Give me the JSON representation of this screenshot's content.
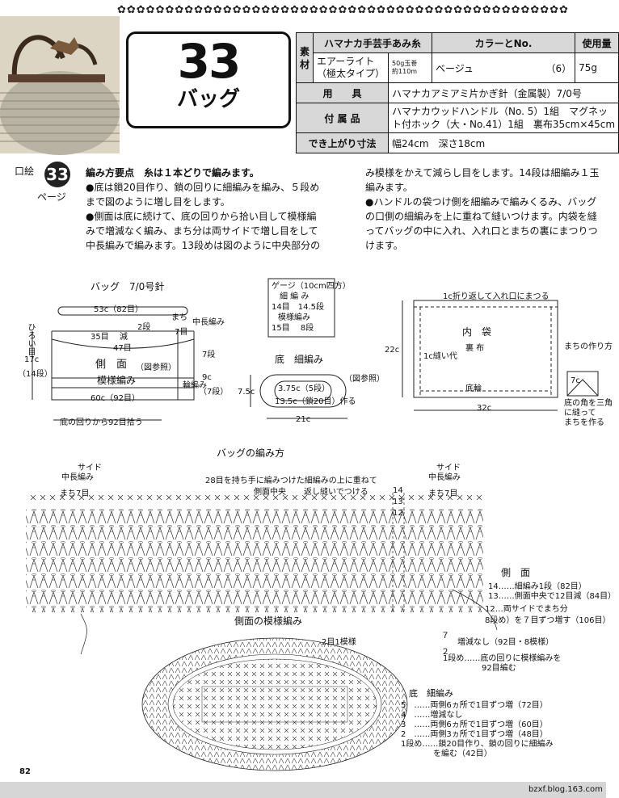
{
  "header": {
    "ornament": "✿✿✿✿✿✿✿✿✿✿✿✿✿✿✿✿✿✿✿✿✿✿✿✿✿✿✿✿✿✿✿✿✿✿✿✿✿✿✿✿✿✿✿✿✿✿✿"
  },
  "title": {
    "number": "33",
    "name": "バッグ"
  },
  "spec": {
    "material_label_1": "素",
    "material_label_2": "材",
    "col_yarn": "ハマナカ手芸手あみ糸",
    "col_color": "カラーとNo.",
    "col_amount": "使用量",
    "yarn_name_1": "エアーライト",
    "yarn_name_2": "（極太タイプ）",
    "yarn_weight_1": "50g玉巻",
    "yarn_weight_2": "約110m",
    "color_name": "ベージュ",
    "color_no": "（6）",
    "amount": "75g",
    "tools_label": "用　　具",
    "tools_value": "ハマナカアミアミ片かぎ針（金属製）7/0号",
    "parts_label": "付 属 品",
    "parts_value_1": "ハマナカウッドハンドル（No. 5）1組　マグネッ",
    "parts_value_2": "ト付ホック（大・No.41）1組　裏布35cm×45cm",
    "size_label": "でき上がり寸法",
    "size_value": "幅24cm　深さ18cm"
  },
  "side": {
    "label_top": "口絵",
    "page_no": "33",
    "label_bottom": "ページ"
  },
  "instructions": {
    "left": [
      "編み方要点　糸は１本どりで編みます。",
      "●底は鎖20目作り、鎖の回りに細編みを編み、５段め",
      "まで図のように増し目をします。",
      "●側面は底に続けて、底の回りから拾い目して模様編",
      "みで増減なく編み、まち分は両サイドで増し目をして",
      "中長編みで編みます。13段めは図のように中央部分の"
    ],
    "right": [
      "み模様をかえて減らし目をします。14段は細編み１玉",
      "編みます。",
      "●ハンドルの袋つけ側を細編みで編みくるみ、バッグ",
      "の口側の細編みを上に重ねて縫いつけます。内袋を縫",
      "ってバッグの中に入れ、入れ口とまちの裏にまつりつ",
      "けます。"
    ]
  },
  "bag_diagram": {
    "title": "バッグ　7/0号針",
    "width_top": "53c（82目）",
    "machi_label": "まち",
    "chunaga": "中長編み",
    "row2": "2段",
    "row35": "35目",
    "gen": "減",
    "row47": "47目",
    "machi7": "7目",
    "side": "側　面",
    "ref": "（図参照）",
    "pattern": "模様編み",
    "dan7": "7段",
    "cm9": "9c",
    "dan7b": "（7段）",
    "bottom_width": "60c（92目）",
    "height": "17c",
    "height_rows": "（14段）",
    "hiroi_label": "ひろい目",
    "rinbari": "輪編み",
    "around": "底の回りから92目拾う"
  },
  "gauge": {
    "title": "ゲージ（10cm四方）",
    "row1": "細 編 み",
    "row2": "14目　14.5段",
    "row3": "模様編み",
    "row4": "15目　 8段"
  },
  "bottom_diagram": {
    "title": "底　細編み",
    "ref": "（図参照）",
    "inner": "3.75c（5段）",
    "chain": "13.5c（鎖20目）作る",
    "height": "7.5c",
    "width": "21c"
  },
  "lining": {
    "fold_note": "1c折り返して入れ口にまつる",
    "title": "内　袋",
    "cloth": "裏 布",
    "seam": "1c縫い代",
    "bottom": "底輪",
    "height": "22c",
    "width": "32c",
    "machi_title": "まちの作り方",
    "machi_note_1": "底の角を三角",
    "machi_note_2": "に縫って",
    "machi_note_3": "まちを作る",
    "machi_dim": "7c"
  },
  "chart": {
    "title": "バッグの編み方",
    "left_side": "サイド",
    "left_chunaga": "中長編み",
    "left_machi": "まち7目",
    "right_side": "サイド",
    "right_chunaga": "中長編み",
    "right_machi": "まち7目",
    "handle_note": "28目を持ち手に編みつけた細編みの上に重ねて",
    "center": "側面中央",
    "sew_note": "返し縫いでつける",
    "row14": "14",
    "row13": "13",
    "row12": "12",
    "side_label": "側　面",
    "r14_note": "14……細編み1段（82目）",
    "r13_note": "13……側面中央で12目減（84目）",
    "r12_note": "12…両サイドでまち分",
    "r8_note": "8段め）を７目ずつ増す（106目）",
    "r7_note": "７",
    "r2_note": "２",
    "increase_none": "増減なし（92目・8模様）",
    "r1_note_1": "1段め……底の回りに模様編みを",
    "r1_note_2": "92目編む",
    "pattern_title": "側面の模様編み",
    "bottom_mark": "2目1模様",
    "bottom_title": "底　細編み",
    "b5": "5　……両側6ヵ所で1目ずつ増（72目）",
    "b4": "4　……増減なし",
    "b3": "3　……両側6ヵ所で1目ずつ増（60目）",
    "b2": "2　……両側3ヵ所で1目ずつ増（48目）",
    "b1_1": "1段め……鎖20目作り、鎖の回りに細編み",
    "b1_2": "を編む（42目）"
  },
  "footer": {
    "page": "82",
    "source": "bzxf.blog.163.com"
  }
}
